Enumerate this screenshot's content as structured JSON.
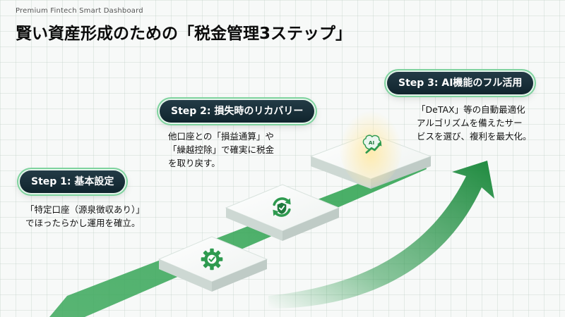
{
  "header": {
    "kicker": "Premium Fintech Smart Dashboard",
    "title": "賢い資産形成のための「税金管理3ステップ」"
  },
  "steps": [
    {
      "label": "Step 1: 基本設定",
      "lines": [
        "「特定口座（源泉徴収あり）」",
        "でほったらかし運用を確立。"
      ],
      "icon": "gear-check-icon"
    },
    {
      "label": "Step 2: 損失時のリカバリー",
      "lines": [
        "他口座との「損益通算」や",
        "「繰越控除」で確実に税金",
        "を取り戻す。"
      ],
      "icon": "refresh-shield-icon"
    },
    {
      "label": "Step 3: AI機能のフル活用",
      "lines": [
        "「DeTAX」等の自動最適化",
        "アルゴリズムを備えたサー",
        "ビスを選び、複利を最大化。"
      ],
      "icon": "ai-brain-growth-icon",
      "icon_text": "AI"
    }
  ],
  "colors": {
    "accent": "#2e9a4f",
    "pill": "#17303a",
    "glow": "#7fd39f"
  }
}
